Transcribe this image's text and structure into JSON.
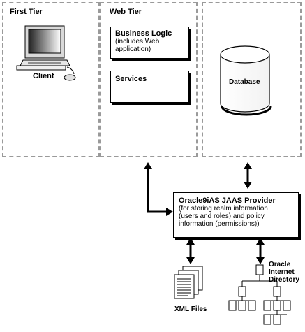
{
  "tiers": {
    "first": "First Tier",
    "web": "Web Tier"
  },
  "client": {
    "label": "Client"
  },
  "web_boxes": {
    "business_logic_title": "Business Logic",
    "business_logic_sub_1": "(includes Web",
    "business_logic_sub_2": "application)",
    "services_title": "Services"
  },
  "database": {
    "label": "Database"
  },
  "provider": {
    "title": "Oracle9iAS JAAS Provider",
    "line_1": "(for storing realm information",
    "line_2": "(users and roles) and policy",
    "line_3": "information (permissions))"
  },
  "xml_files": {
    "label": "XML Files"
  },
  "oid": {
    "line_1": "Oracle",
    "line_2": "Internet",
    "line_3": "Directory"
  }
}
